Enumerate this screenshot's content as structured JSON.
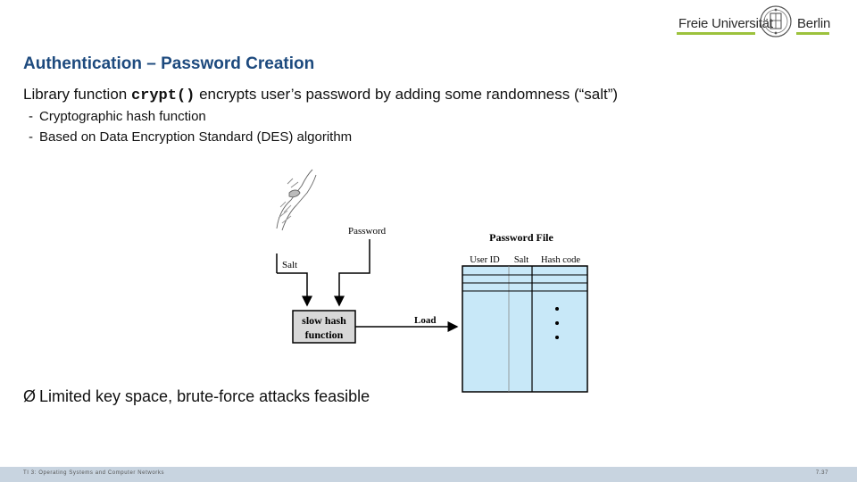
{
  "logo": {
    "left_text": "Freie Universität",
    "right_text": "Berlin",
    "accent_color": "#9cc23c",
    "seal_icon": "university-seal-icon"
  },
  "slide": {
    "title": "Authentication – Password Creation",
    "lead_prefix": "Library function ",
    "lead_code": "crypt()",
    "lead_suffix": " encrypts user’s password by adding some randomness (“salt”)",
    "sub_dash": "-",
    "sub_items": [
      "Cryptographic hash function",
      "Based on Data Encryption Standard (DES) algorithm"
    ],
    "bullet_arrow": "Ø",
    "bullet": "Limited key space, brute-force attacks feasible"
  },
  "diagram": {
    "password_label": "Password",
    "salt_label": "Salt",
    "hash_box_line1": "slow hash",
    "hash_box_line2": "function",
    "load_label": "Load",
    "file_title": "Password File",
    "columns": [
      "User ID",
      "Salt",
      "Hash code"
    ],
    "ellipsis_dots": 3,
    "table_color": "#c8e8f8",
    "hash_box_color": "#d8d8d8"
  },
  "footer": {
    "left": "TI 3: Operating Systems and Computer Networks",
    "right": "7.37",
    "color": "#c8d4e0"
  }
}
